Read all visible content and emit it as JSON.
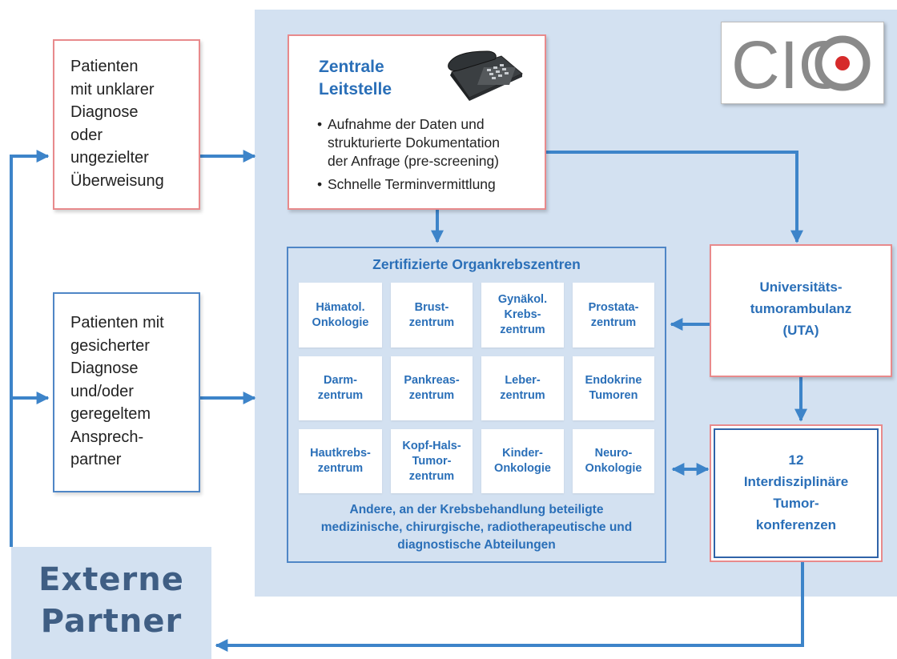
{
  "logo": {
    "text": "CIO"
  },
  "patients_unclear": {
    "lines": [
      "Patienten",
      "mit unklarer",
      "Diagnose",
      "oder",
      "ungezielter",
      "Überweisung"
    ]
  },
  "patients_secured": {
    "lines": [
      "Patienten mit",
      "gesicherter",
      "Diagnose",
      "und/oder",
      "geregeltem",
      "Ansprech-",
      "partner"
    ]
  },
  "central_office": {
    "title_lines": [
      "Zentrale",
      "Leitstelle"
    ],
    "bullets": [
      [
        "Aufnahme der Daten und",
        "strukturierte Dokumentation",
        "der Anfrage (pre-screening)"
      ],
      [
        "Schnelle Terminvermittlung"
      ]
    ]
  },
  "organ_centers": {
    "title": "Zertifizierte Organkrebszentren",
    "cells": [
      [
        "Hämatol.",
        "Onkologie"
      ],
      [
        "Brust-",
        "zentrum"
      ],
      [
        "Gynäkol.",
        "Krebs-",
        "zentrum"
      ],
      [
        "Prostata-",
        "zentrum"
      ],
      [
        "Darm-",
        "zentrum"
      ],
      [
        "Pankreas-",
        "zentrum"
      ],
      [
        "Leber-",
        "zentrum"
      ],
      [
        "Endokrine",
        "Tumoren"
      ],
      [
        "Hautkrebs-",
        "zentrum"
      ],
      [
        "Kopf-Hals-",
        "Tumor-",
        "zentrum"
      ],
      [
        "Kinder-",
        "Onkologie"
      ],
      [
        "Neuro-",
        "Onkologie"
      ]
    ],
    "footer_lines": [
      "Andere, an der Krebsbehandlung beteiligte",
      "medizinische, chirurgische, radiotherapeutische und",
      "diagnostische Abteilungen"
    ]
  },
  "uta": {
    "lines": [
      "Universitäts-",
      "tumorambulanz",
      "(UTA)"
    ]
  },
  "tumor_boards": {
    "lines": [
      "12",
      "Interdisziplinäre",
      "Tumor-",
      "konferenzen"
    ]
  },
  "external": {
    "lines": [
      "Externe",
      "Partner"
    ]
  },
  "colors": {
    "panel": "#d3e1f1",
    "arrow": "#3d84c9",
    "title_blue": "#2a6fb8",
    "red_border": "#e88a8c",
    "logo_red": "#d62b2b",
    "logo_gray": "#8a8a8a"
  }
}
